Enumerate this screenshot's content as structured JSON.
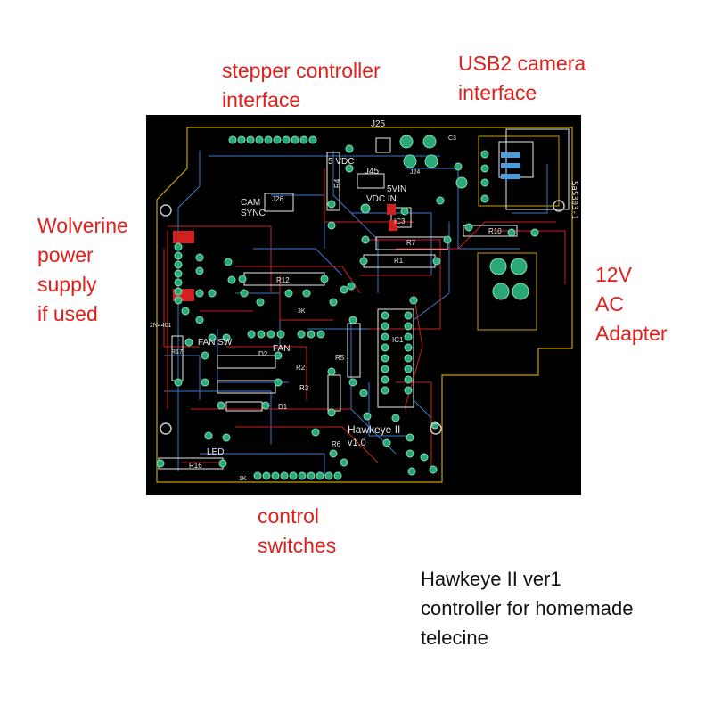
{
  "callouts": {
    "stepper": "stepper controller\ninterface",
    "usb_camera": "USB2 camera\ninterface",
    "wolverine": "Wolverine\npower\nsupply\nif used",
    "ac_adapter": "12V\nAC\nAdapter",
    "control_switches": "control\nswitches"
  },
  "caption": "Hawkeye II ver1\ncontroller for homemade\ntelecine",
  "board": {
    "silkscreen": {
      "j25": "J25",
      "vdc_5": "5 VDC",
      "j45": "J45",
      "vin": "5VIN",
      "vdc_in": "VDC IN",
      "j24": "J24",
      "cam": "CAM",
      "sync": "SYNC",
      "j26": "J26",
      "ic3": "IC3",
      "r7": "R7",
      "r10": "R10",
      "r1": "R1",
      "r4": "R4",
      "r12": "R12",
      "k3": "3K",
      "ic1": "IC1",
      "fan_sw": "FAN SW",
      "fan": "FAN",
      "d2": "D2",
      "r2": "R2",
      "r3": "R3",
      "d1": "D1",
      "r5": "R5",
      "r6": "R6",
      "r17": "R17",
      "q_transistor": "2N4401",
      "led": "LED",
      "r16": "R16",
      "k1": "1K",
      "title": "Hawkeye II",
      "version": "v1.0",
      "usb_part": "SaS303-1",
      "c3": "C3"
    },
    "colors": {
      "background": "#000000",
      "outline": "#c8a000",
      "top_trace": "#cc2020",
      "bottom_trace": "#3a78c8",
      "pad": "#2aa875",
      "pad_ring": "#7fe0b8",
      "silkscreen": "#e8e8e8",
      "smd_pad": "#d02020",
      "usb_pad": "#4a9ee0"
    }
  }
}
